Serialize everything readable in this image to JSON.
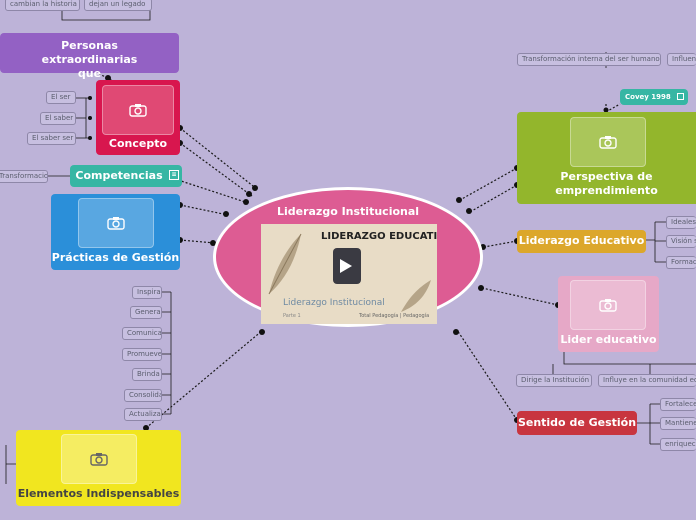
{
  "center": {
    "title": "Liderazgo Institucional",
    "video": {
      "heading": "LIDERAZGO EDUCATIVO",
      "subtitle": "Liderazgo Institucional",
      "tag_left": "Parte 1",
      "tag_right": "Total Pedagogía | Pedagogía"
    }
  },
  "nodes": {
    "personas": "Personas extraordinarias que",
    "concepto": "Concepto",
    "competencias": "Competencias",
    "practicas": "Prácticas de Gestión",
    "elementos": "Elementos Indispensables",
    "perspectiva": "Perspectiva de emprendimiento",
    "covey": "Covey 1998",
    "liderazgo_educativo": "Liderazgo Educativo",
    "lider": "Lider educativo",
    "sentido": "Sentido de Gestión"
  },
  "leaves": {
    "personas": [
      "cambian la historia",
      "dejan un legado"
    ],
    "concepto": [
      "El ser",
      "El saber",
      "El saber ser"
    ],
    "competencias": [
      "Transformaciones"
    ],
    "practicas": [
      "Inspira",
      "Genera",
      "Comunica",
      "Promueve",
      "Brinda",
      "Consolida",
      "Actualiza"
    ],
    "perspectiva": [
      "Transformación interna del ser humano",
      "Influencia"
    ],
    "liderazgo_educativo": [
      "Ideales",
      "Visión s",
      "Formación"
    ],
    "lider": [
      "Dirige la Institución",
      "Influye en la comunidad edu"
    ],
    "sentido": [
      "Fortalece",
      "Mantiene",
      "enriquece"
    ]
  },
  "colors": {
    "background": "#bdb3d8",
    "center": "#dd5c93",
    "purple": "#9361c4",
    "crimson": "#d8164e",
    "teal": "#36b6a4",
    "blue": "#2b8fd9",
    "yellow": "#f1e61f",
    "green": "#93b62c",
    "gold": "#dca72b",
    "pink": "#e6a8c7",
    "red": "#c8353f"
  },
  "icons": [
    "camera-icon",
    "note-icon",
    "link-icon",
    "play-icon"
  ]
}
